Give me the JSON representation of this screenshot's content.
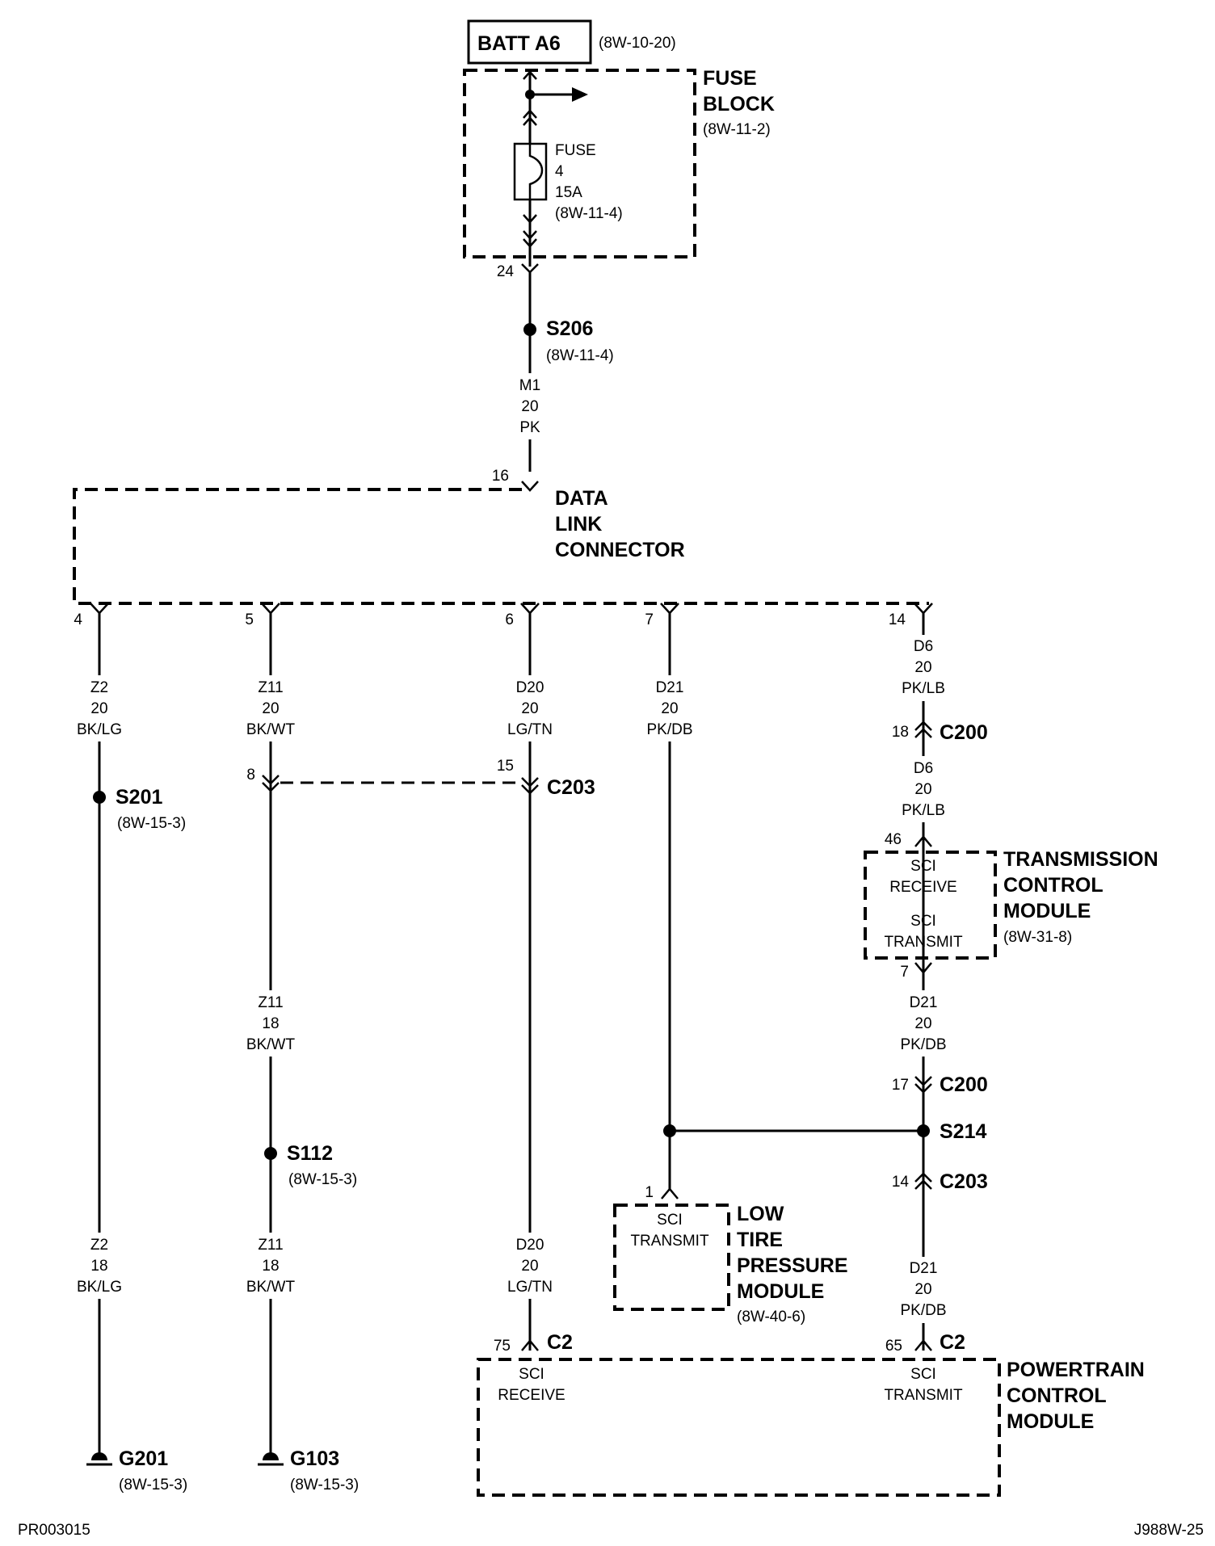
{
  "battery": {
    "label": "BATT A6",
    "ref": "(8W-10-20)"
  },
  "fuse_block": {
    "line1": "FUSE",
    "line2": "BLOCK",
    "ref": "(8W-11-2)"
  },
  "fuse": {
    "line1": "FUSE",
    "line2": "4",
    "line3": "15A",
    "ref": "(8W-11-4)"
  },
  "fuse_block_pin": "24",
  "s206": {
    "label": "S206",
    "ref": "(8W-11-4)"
  },
  "wire_m1": {
    "circuit": "M1",
    "gauge": "20",
    "color": "PK"
  },
  "dlc": {
    "line1": "DATA",
    "line2": "LINK",
    "line3": "CONNECTOR",
    "pin_in": "16",
    "pin4": "4",
    "pin5": "5",
    "pin6": "6",
    "pin7": "7",
    "pin14": "14"
  },
  "wire_z2_20": {
    "circuit": "Z2",
    "gauge": "20",
    "color": "BK/LG"
  },
  "wire_z11_20": {
    "circuit": "Z11",
    "gauge": "20",
    "color": "BK/WT"
  },
  "wire_d20_top": {
    "circuit": "D20",
    "gauge": "20",
    "color": "LG/TN"
  },
  "wire_d21_top": {
    "circuit": "D21",
    "gauge": "20",
    "color": "PK/DB"
  },
  "wire_d6_a": {
    "circuit": "D6",
    "gauge": "20",
    "color": "PK/LB"
  },
  "wire_d6_b": {
    "circuit": "D6",
    "gauge": "20",
    "color": "PK/LB"
  },
  "c200_top": {
    "label": "C200",
    "pin": "18"
  },
  "c200_bottom": {
    "label": "C200",
    "pin": "17"
  },
  "c203_top": {
    "label": "C203",
    "pin_left": "8",
    "pin_right": "15"
  },
  "c203_bottom": {
    "label": "C203",
    "pin": "14"
  },
  "s201": {
    "label": "S201",
    "ref": "(8W-15-3)"
  },
  "s112": {
    "label": "S112",
    "ref": "(8W-15-3)"
  },
  "s214": {
    "label": "S214"
  },
  "wire_z11_18_a": {
    "circuit": "Z11",
    "gauge": "18",
    "color": "BK/WT"
  },
  "wire_z11_18_b": {
    "circuit": "Z11",
    "gauge": "18",
    "color": "BK/WT"
  },
  "wire_z2_18": {
    "circuit": "Z2",
    "gauge": "18",
    "color": "BK/LG"
  },
  "wire_d20_bottom": {
    "circuit": "D20",
    "gauge": "20",
    "color": "LG/TN"
  },
  "wire_d21_tcm": {
    "circuit": "D21",
    "gauge": "20",
    "color": "PK/DB"
  },
  "wire_d21_pcm": {
    "circuit": "D21",
    "gauge": "20",
    "color": "PK/DB"
  },
  "tcm": {
    "line1": "TRANSMISSION",
    "line2": "CONTROL",
    "line3": "MODULE",
    "ref": "(8W-31-8)",
    "receive1": "SCI",
    "receive2": "RECEIVE",
    "transmit1": "SCI",
    "transmit2": "TRANSMIT",
    "pin_in": "46",
    "pin_out": "7"
  },
  "ltpm": {
    "line1": "LOW",
    "line2": "TIRE",
    "line3": "PRESSURE",
    "line4": "MODULE",
    "ref": "(8W-40-6)",
    "transmit1": "SCI",
    "transmit2": "TRANSMIT",
    "pin": "1"
  },
  "pcm": {
    "line1": "POWERTRAIN",
    "line2": "CONTROL",
    "line3": "MODULE",
    "receive1": "SCI",
    "receive2": "RECEIVE",
    "transmit1": "SCI",
    "transmit2": "TRANSMIT",
    "pin_receive": "75",
    "pin_transmit": "65",
    "connector_left": "C2",
    "connector_right": "C2"
  },
  "g201": {
    "label": "G201",
    "ref": "(8W-15-3)"
  },
  "g103": {
    "label": "G103",
    "ref": "(8W-15-3)"
  },
  "footer": {
    "left": "PR003015",
    "right": "J988W-25"
  }
}
